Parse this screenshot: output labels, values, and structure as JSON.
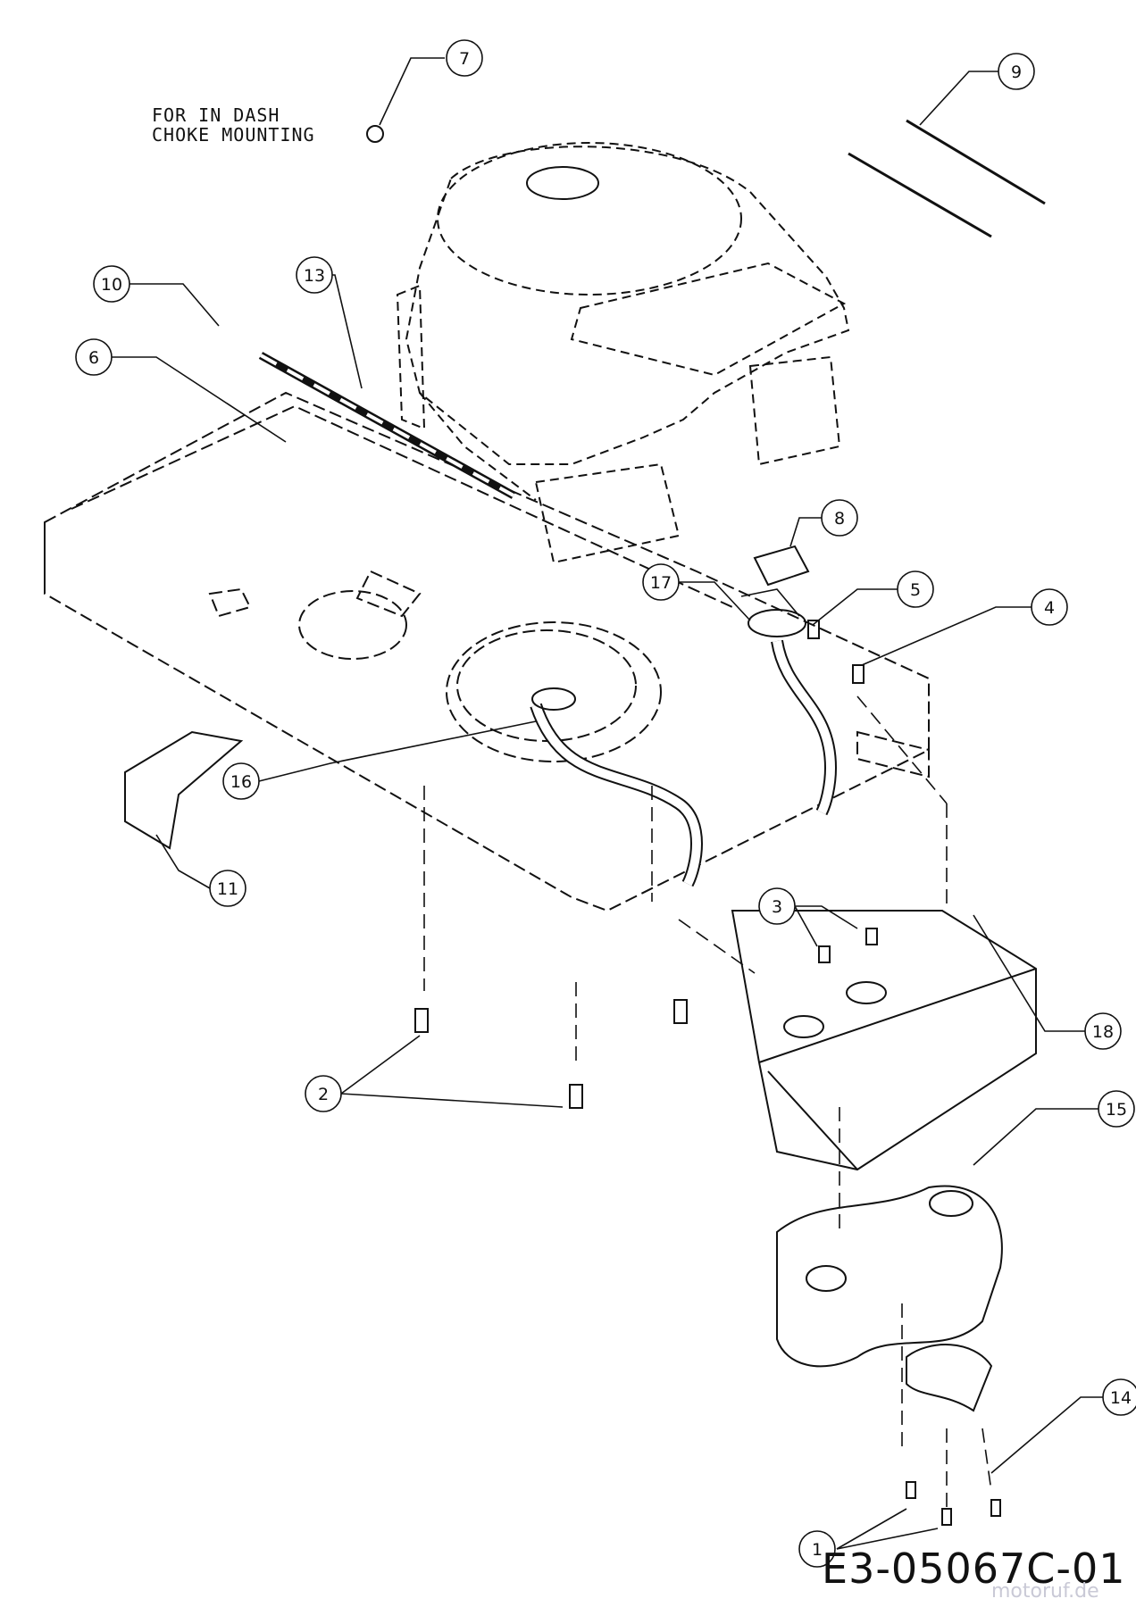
{
  "note": {
    "line1": "FOR IN DASH",
    "line2": "CHOKE MOUNTING"
  },
  "drawing_code": "E3-05067C-01",
  "watermark": "motoruf.de",
  "callouts": [
    "1",
    "2",
    "3",
    "4",
    "5",
    "6",
    "7",
    "8",
    "9",
    "10",
    "11",
    "13",
    "14",
    "15",
    "16",
    "17",
    "18"
  ],
  "colors": {
    "line": "#111111",
    "background": "#ffffff"
  }
}
